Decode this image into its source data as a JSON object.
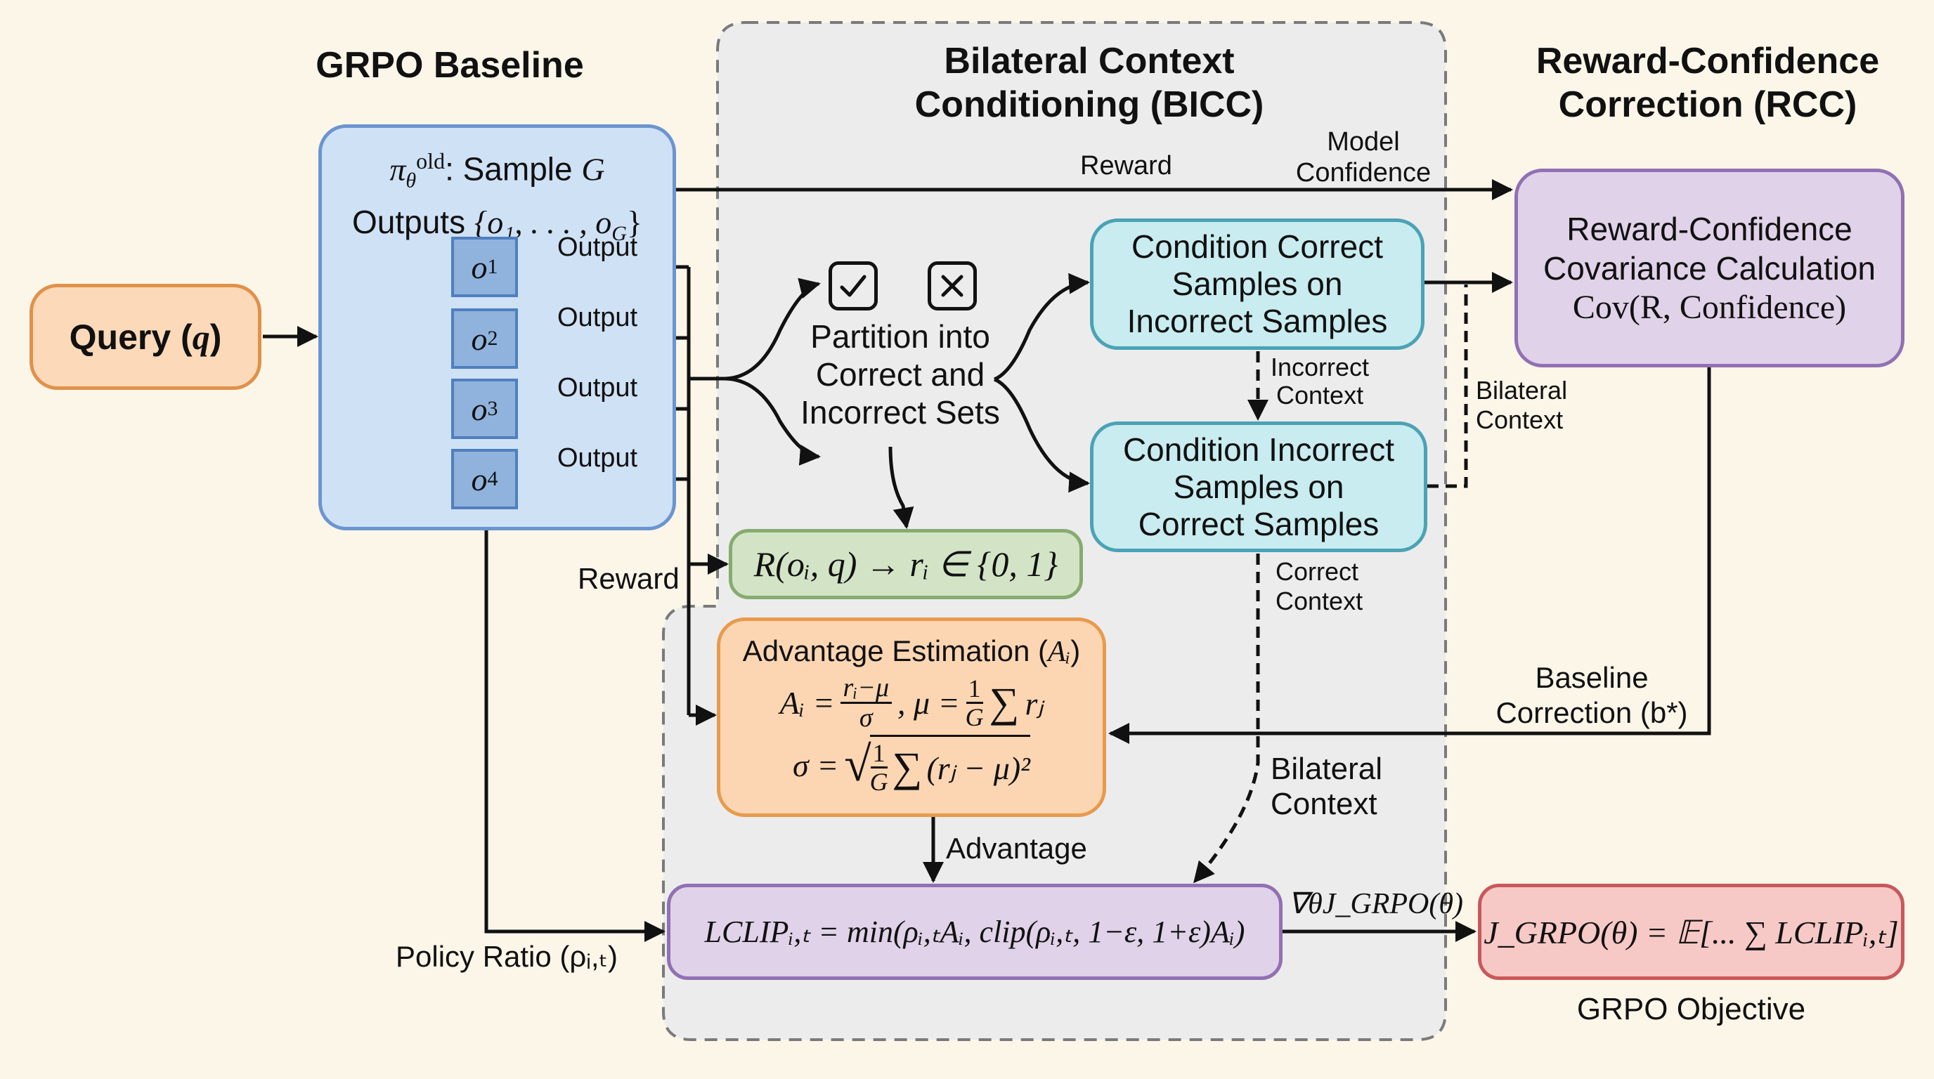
{
  "sections": {
    "grpo_baseline": "GRPO Baseline",
    "bicc_line1": "Bilateral Context",
    "bicc_line2": "Conditioning (BICC)",
    "rcc_line1": "Reward-Confidence",
    "rcc_line2": "Correction (RCC)"
  },
  "query": {
    "label": "Query (",
    "var": "q",
    "close": ")"
  },
  "policy_box": {
    "pi": "π",
    "theta": "θ",
    "old": "old",
    "line1_text": ": Sample ",
    "line1_var": "G",
    "line2_text": "Outputs ",
    "line2_math": "{o₁, . . . , o",
    "line2_sub": "G",
    "line2_close": "}"
  },
  "outputs": [
    {
      "var": "o",
      "sub": "1",
      "edge_label": "Output"
    },
    {
      "var": "o",
      "sub": "2",
      "edge_label": "Output"
    },
    {
      "var": "o",
      "sub": "3",
      "edge_label": "Output"
    },
    {
      "var": "o",
      "sub": "4",
      "edge_label": "Output"
    }
  ],
  "partition": {
    "icons": [
      "check-icon",
      "x-icon"
    ],
    "line1": "Partition into",
    "line2": "Correct and",
    "line3": "Incorrect Sets"
  },
  "condition_correct": {
    "line1": "Condition Correct",
    "line2": "Samples on",
    "line3": "Incorrect Samples"
  },
  "condition_incorrect": {
    "line1": "Condition Incorrect",
    "line2": "Samples on",
    "line3": "Correct Samples"
  },
  "reward_fn": "R(oᵢ, q) → rᵢ ∈ {0, 1}",
  "advantage": {
    "title": "Advantage Estimation (",
    "title_var": "Aᵢ",
    "title_close": ")",
    "eq1_lhs": "Aᵢ =",
    "eq1_num": "rᵢ−μ",
    "eq1_den": "σ",
    "eq1_mid": ", μ =",
    "eq1_frac_num": "1",
    "eq1_frac_den": "G",
    "eq1_sum": "∑",
    "eq1_tail": "rⱼ",
    "eq2_lhs": "σ =",
    "eq2_frac_num": "1",
    "eq2_frac_den": "G",
    "eq2_sum": "∑",
    "eq2_tail": "(rⱼ − μ)²"
  },
  "lclip": "LCLIPᵢ,ₜ = min(ρᵢ,ₜAᵢ, clip(ρᵢ,ₜ, 1−ε, 1+ε)Aᵢ)",
  "rcc_box": {
    "line1": "Reward-Confidence",
    "line2": "Covariance Calculation",
    "line3": "Cov(R, Confidence)"
  },
  "objective": {
    "formula": "J_GRPO(θ) = 𝔼[... ∑ LCLIPᵢ,ₜ]",
    "caption": "GRPO Objective"
  },
  "edge_labels": {
    "reward_top": "Reward",
    "model_conf_1": "Model",
    "model_conf_2": "Confidence",
    "incorrect_ctx_1": "Incorrect",
    "incorrect_ctx_2": "Context",
    "bilateral_right_1": "Bilateral",
    "bilateral_right_2": "Context",
    "correct_ctx_1": "Correct",
    "correct_ctx_2": "Context",
    "reward_left": "Reward",
    "baseline_1": "Baseline",
    "baseline_2": "Correction (b*)",
    "bilateral_mid_1": "Bilateral",
    "bilateral_mid_2": "Context",
    "advantage": "Advantage",
    "policy_ratio": "Policy Ratio (ρᵢ,ₜ)",
    "gradient": "∇θJ_GRPO(θ)"
  },
  "colors": {
    "background": "#fcf6e9",
    "bicc_region": "#ececec",
    "query_fill": "#fcd9b8",
    "query_border": "#e0914a",
    "policy_fill": "#cfe1f5",
    "policy_border": "#6b95cf",
    "cyan_fill": "#c8ecef",
    "cyan_border": "#4aa3b5",
    "green_fill": "#d3e4c6",
    "green_border": "#86ab70",
    "orange_fill": "#fcd6b2",
    "orange_border": "#e89a4c",
    "purple_fill": "#e0d2e8",
    "purple_border": "#9170b3",
    "red_fill": "#f6c9c6",
    "red_border": "#c9585a"
  }
}
